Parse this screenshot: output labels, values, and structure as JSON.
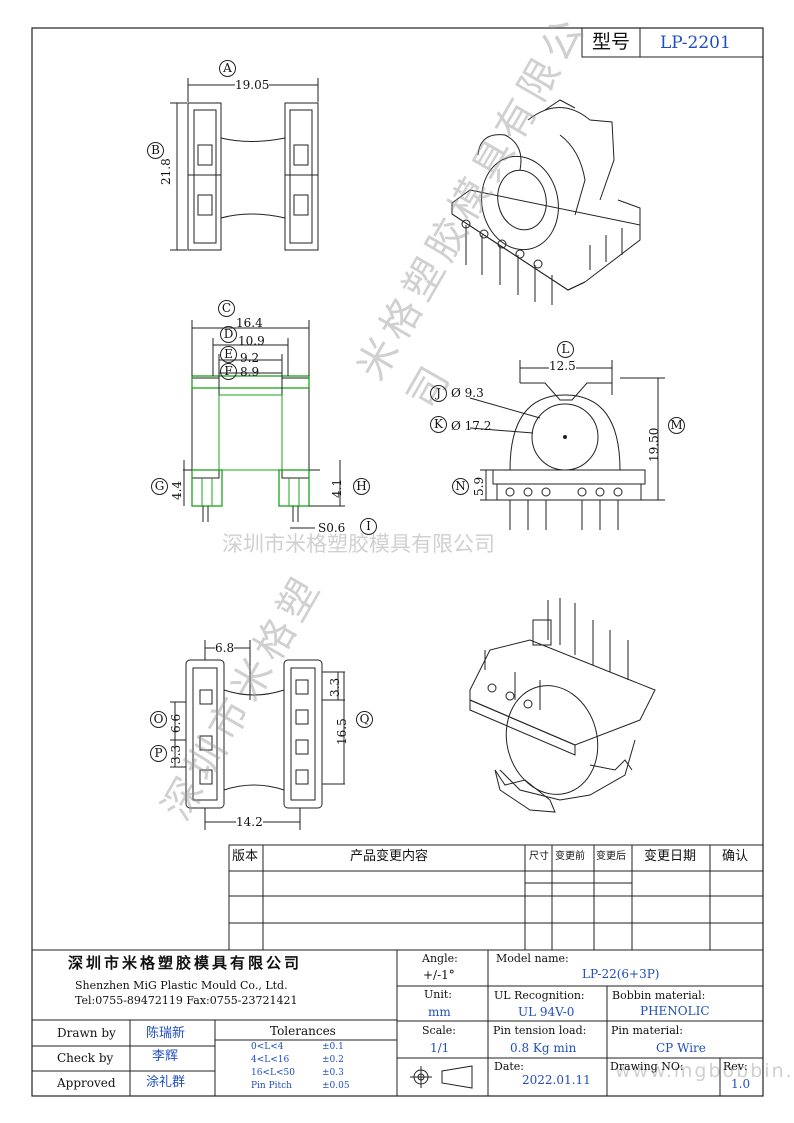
{
  "header": {
    "model_label": "型号",
    "model_value": "LP-2201"
  },
  "dims": {
    "A": "A",
    "A_val": "19.05",
    "B": "B",
    "B_val": "21.8",
    "C": "C",
    "C_val": "16.4",
    "D": "D",
    "D_val": "10.9",
    "E": "E",
    "E_val": "9.2",
    "F": "F",
    "F_val": "8.9",
    "G": "G",
    "G_val": "4.4",
    "H": "H",
    "H_val": "4.1",
    "I": "I",
    "I_val": "S0.6",
    "J": "J",
    "J_val": "Ø 9.3",
    "K": "K",
    "K_val": "Ø 17.2",
    "L": "L",
    "L_val": "12.5",
    "M": "M",
    "M_val": "19.50",
    "N": "N",
    "N_val": "5.9",
    "O": "O",
    "O_val": "6.6",
    "P": "P",
    "P_val": "3.3",
    "Q": "Q",
    "Q_val": "16.5",
    "bot_top_val": "6.8",
    "bot_r1_val": "3.3",
    "bot_width_val": "14.2"
  },
  "watermarks": {
    "horizontal": "深圳市米格塑胶模具有限公司",
    "diag_right": "米格塑胶模具有限公司",
    "diag_left": "深圳市米格塑",
    "url": "www.mgbobbin.com"
  },
  "revision_table": {
    "headers": [
      "版本",
      "产品变更内容",
      "尺寸",
      "变更前",
      "变更后",
      "变更日期",
      "确认"
    ]
  },
  "title_block": {
    "company_cn": "深圳市米格塑胶模具有限公司",
    "company_en": "Shenzhen MiG Plastic Mould Co., Ltd.",
    "contact": "Tel:0755-89472119   Fax:0755-23721421",
    "angle_label": "Angle:",
    "angle_value": "+/-1°",
    "unit_label": "Unit:",
    "unit_value": "mm",
    "scale_label": "Scale:",
    "scale_value": "1/1",
    "model_name_label": "Model name:",
    "model_name_value": "LP-22(6+3P)",
    "ul_label": "UL Recognition:",
    "ul_value": "UL 94V-0",
    "bobbin_label": "Bobbin material:",
    "bobbin_value": "PHENOLIC",
    "pin_tension_label": "Pin tension load:",
    "pin_tension_value": "0.8 Kg min",
    "pin_material_label": "Pin material:",
    "pin_material_value": "CP Wire",
    "date_label": "Date:",
    "date_value": "2022.01.11",
    "drawing_no_label": "Drawing NO:",
    "rev_label": "Rev:",
    "rev_value": "1.0",
    "drawn_label": "Drawn by",
    "drawn_value": "陈瑞新",
    "check_label": "Check by",
    "check_value": "李辉",
    "approved_label": "Approved",
    "approved_value": "涂礼群",
    "tolerances_title": "Tolerances",
    "tolerances": [
      {
        "range": "0<L<4",
        "tol": "±0.1"
      },
      {
        "range": "4<L<16",
        "tol": "±0.2"
      },
      {
        "range": "16<L<50",
        "tol": "±0.3"
      },
      {
        "range": "Pin Pitch",
        "tol": "±0.05"
      }
    ]
  }
}
